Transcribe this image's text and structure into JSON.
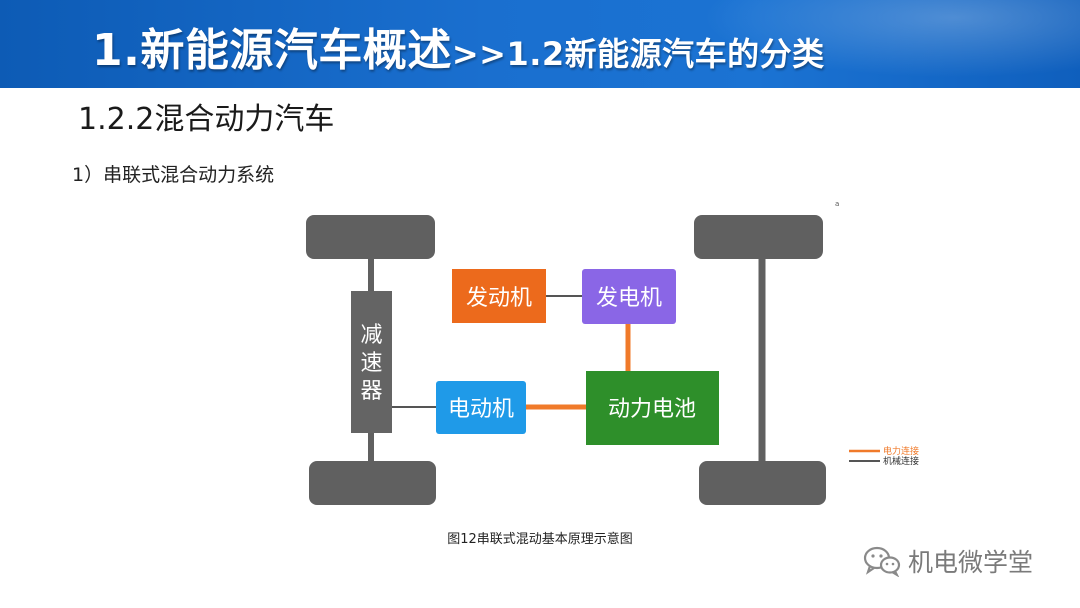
{
  "header": {
    "main_title": "1.新能源汽车概述",
    "separator": ">>",
    "sub_title": "1.2新能源汽车的分类"
  },
  "section_title": "1.2.2混合动力汽车",
  "sub_title": "1）串联式混合动力系统",
  "corner_mark": "a",
  "diagram": {
    "reducer": [
      "减",
      "速",
      "器"
    ],
    "engine": "发动机",
    "generator": "发电机",
    "motor": "电动机",
    "battery": "动力电池",
    "legend": {
      "electric": "电力连接",
      "mechanical": "机械连接"
    },
    "colors": {
      "wheel": "#606060",
      "reducer": "#646464",
      "engine": "#ec6a1c",
      "generator": "#8a66e6",
      "motor": "#1f9ae8",
      "battery": "#2e8f2a",
      "electric_link": "#f07a2a",
      "mechanical_link": "#555555"
    }
  },
  "caption": "图12串联式混动基本原理示意图",
  "brand": "机电微学堂"
}
